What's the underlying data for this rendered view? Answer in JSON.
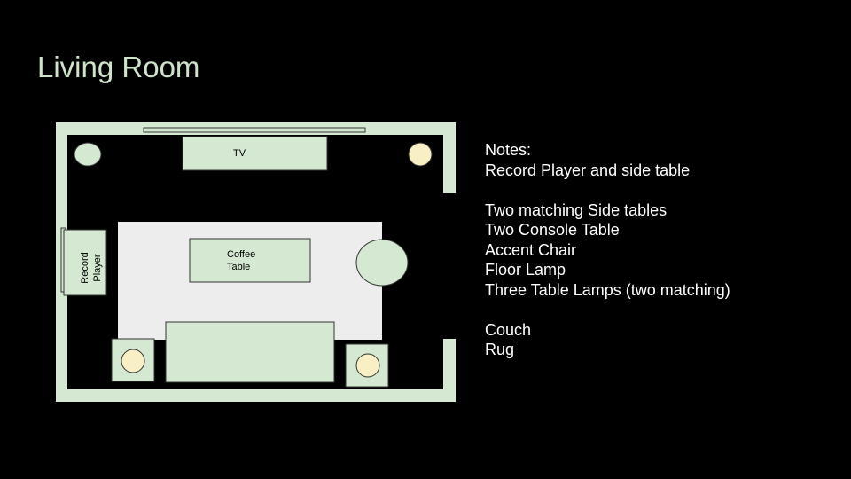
{
  "slide": {
    "title": "Living Room",
    "colors": {
      "background": "#000000",
      "title": "#cfe3ca",
      "wall": "#d4e8d2",
      "furniture": "#d4e8d2",
      "rug": "#ededed",
      "lamp_on": "#f9efc4",
      "notes_text": "#ffffff",
      "outline": "#333333"
    }
  },
  "floorplan": {
    "labels": {
      "tv": "TV",
      "record_player": [
        "Record",
        "Player"
      ],
      "coffee_table": [
        "Coffee",
        "Table"
      ]
    },
    "icons": {
      "lamp_top_left": "floor-lamp-icon",
      "lamp_top_right": "table-lamp-icon",
      "lamp_bottom_left": "table-lamp-icon",
      "lamp_bottom_right": "table-lamp-icon"
    }
  },
  "notes": {
    "lines": [
      "Notes:",
      "Record Player and side table",
      "",
      "Two matching Side tables",
      "Two Console Table",
      "Accent Chair",
      "Floor Lamp",
      "Three Table Lamps (two matching)",
      "",
      "Couch",
      "Rug"
    ]
  }
}
